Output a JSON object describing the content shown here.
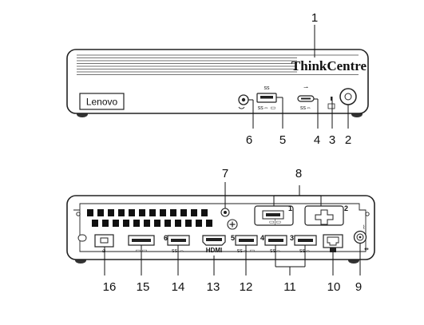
{
  "front": {
    "brand": "Lenovo",
    "product_logo": "ThinkCentre"
  },
  "callouts": {
    "c1": "1",
    "c2": "2",
    "c3": "3",
    "c4": "4",
    "c5": "5",
    "c6": "6",
    "c7": "7",
    "c8": "8",
    "c9": "9",
    "c10": "10",
    "c11": "11",
    "c12": "12",
    "c13": "13",
    "c14": "14",
    "c15": "15",
    "c16": "16"
  },
  "rear_port_marks": {
    "p1": "1",
    "p2": "2",
    "p3": "3",
    "p4": "4",
    "p5": "5",
    "p6": "6",
    "hdmi": "HDMI"
  },
  "icons": [
    "headset-icon",
    "usb-ss-icon",
    "usb-c-icon",
    "power-icon",
    "power-button-icon",
    "screw-icon",
    "ethernet-icon",
    "displayport-icon"
  ]
}
